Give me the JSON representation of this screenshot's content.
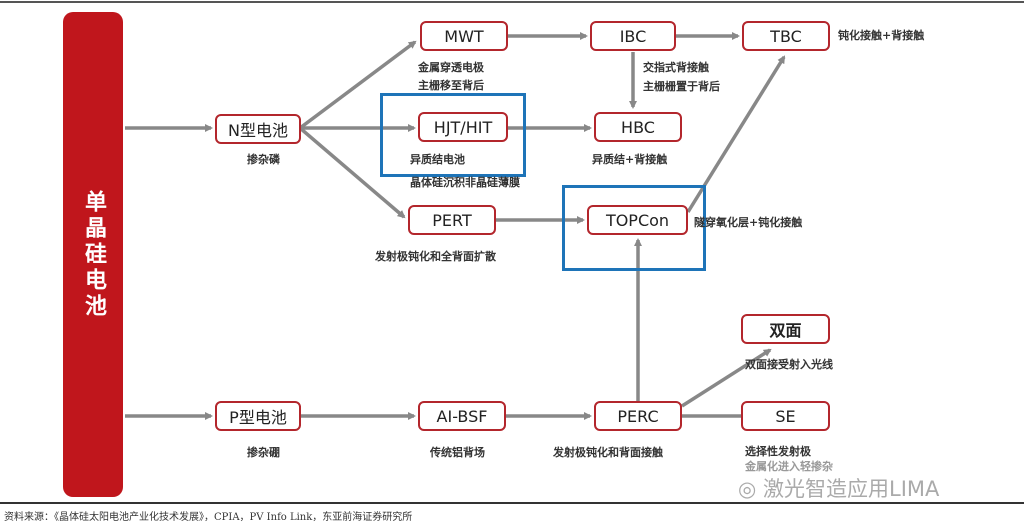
{
  "pillar": "单晶硅电池",
  "nodes": {
    "n_type": "N型电池",
    "p_type": "P型电池",
    "mwt": "MWT",
    "ibc": "IBC",
    "tbc": "TBC",
    "hjt": "HJT/HIT",
    "hbc": "HBC",
    "pert": "PERT",
    "topcon": "TOPCon",
    "bifacial": "双面",
    "albsf": "AI-BSF",
    "perc": "PERC",
    "se": "SE"
  },
  "labels": {
    "n_type": "掺杂磷",
    "p_type": "掺杂硼",
    "mwt_1": "金属穿透电极",
    "mwt_2": "主栅移至背后",
    "ibc_1": "交指式背接触",
    "ibc_2": "主栅栅置于背后",
    "tbc": "钝化接触+背接触",
    "hjt_1": "异质结电池",
    "hjt_2": "晶体硅沉积非晶硅薄膜",
    "hbc": "异质结+背接触",
    "pert": "发射极钝化和全背面扩散",
    "topcon": "隧穿氧化层+钝化接触",
    "bifacial": "双面接受射入光线",
    "albsf": "传统铝背场",
    "perc": "发射极钝化和背面接触",
    "se_1": "选择性发射极",
    "se_2": "金属化进入轻掺杂"
  },
  "source": "资料来源：《晶体硅太阳电池产业化技术发展》，CPIA，PV Info Link，东亚前海证券研究所",
  "watermark": "激光智造应用LIMA",
  "colors": {
    "node_border": "#b3262c",
    "pillar": "#c0161c",
    "highlight": "#1e74b8",
    "arrow": "#888888"
  }
}
